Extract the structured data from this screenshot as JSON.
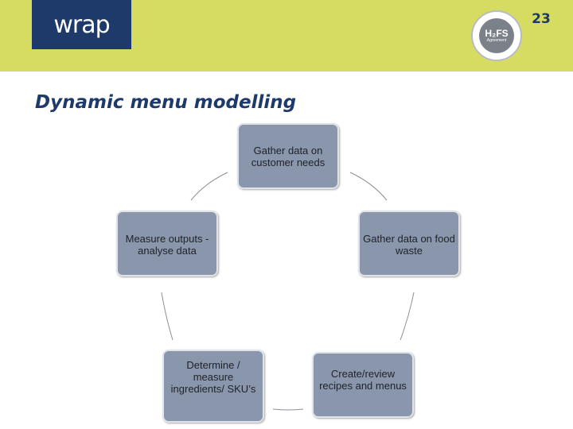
{
  "header": {
    "logo_text": "wrap",
    "seal_title": "H₂FS",
    "seal_subtitle": "Agreement",
    "page_number": "23"
  },
  "title": "Dynamic menu modelling",
  "cycle": [
    {
      "id": "customer-needs",
      "label": "Gather data on customer needs"
    },
    {
      "id": "food-waste",
      "label": "Gather data on food waste"
    },
    {
      "id": "recipes",
      "label": "Create/review recipes and menus"
    },
    {
      "id": "ingredients",
      "label": "Determine / measure ingredients/ SKU’s"
    },
    {
      "id": "outputs",
      "label": "Measure outputs - analyse data"
    }
  ],
  "colors": {
    "header_band": "#d6dc62",
    "logo_bg": "#1d3a6a",
    "title": "#1d3a6a",
    "node_fill": "#8996ab",
    "node_border": "#dfe3ea",
    "connector": "#8a9098"
  }
}
